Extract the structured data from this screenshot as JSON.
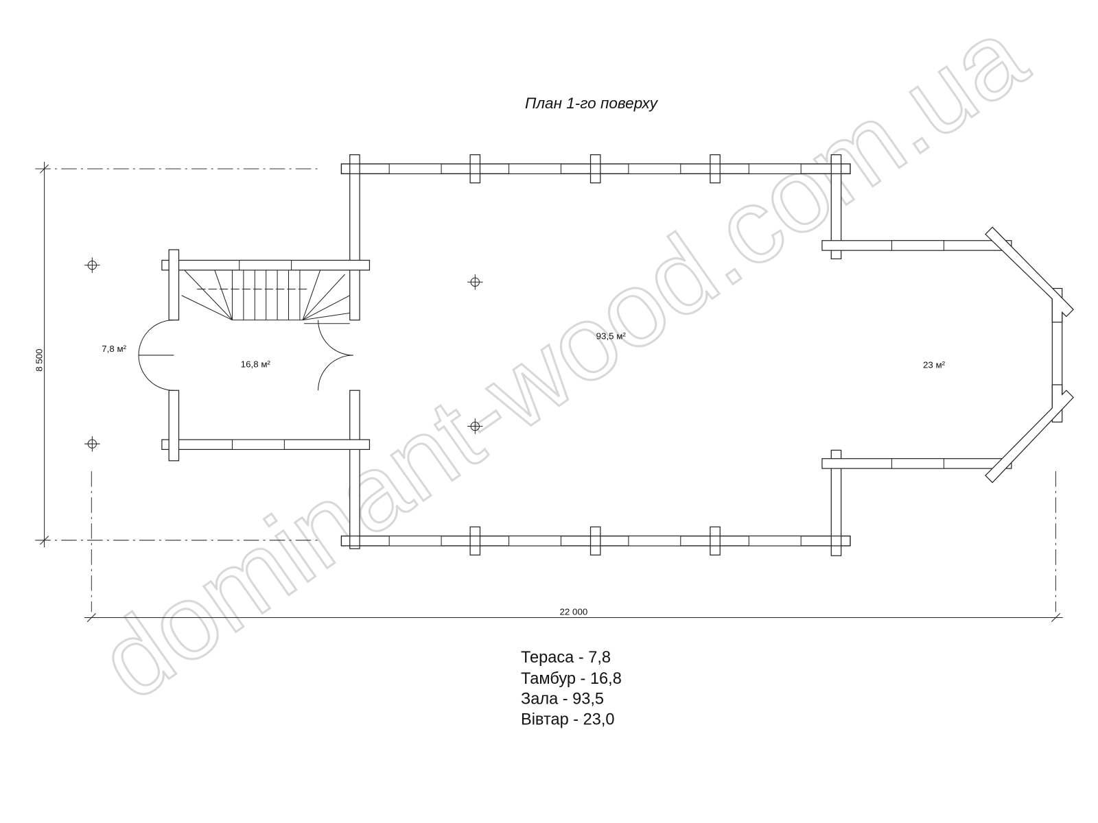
{
  "title": "План 1-го поверху",
  "rooms": [
    {
      "name": "terrace",
      "area": "7,8 м²"
    },
    {
      "name": "vestibule",
      "area": "16,8 м²"
    },
    {
      "name": "hall",
      "area": "93,5 м²"
    },
    {
      "name": "altar",
      "area": "23 м²"
    }
  ],
  "dimensions": {
    "height": "8 500",
    "width": "22 000"
  },
  "legend": [
    "Тераса - 7,8",
    "Тамбур - 16,8",
    "Зала - 93,5",
    "Вівтар - 23,0"
  ],
  "watermark": "dominant-wood.com.ua"
}
